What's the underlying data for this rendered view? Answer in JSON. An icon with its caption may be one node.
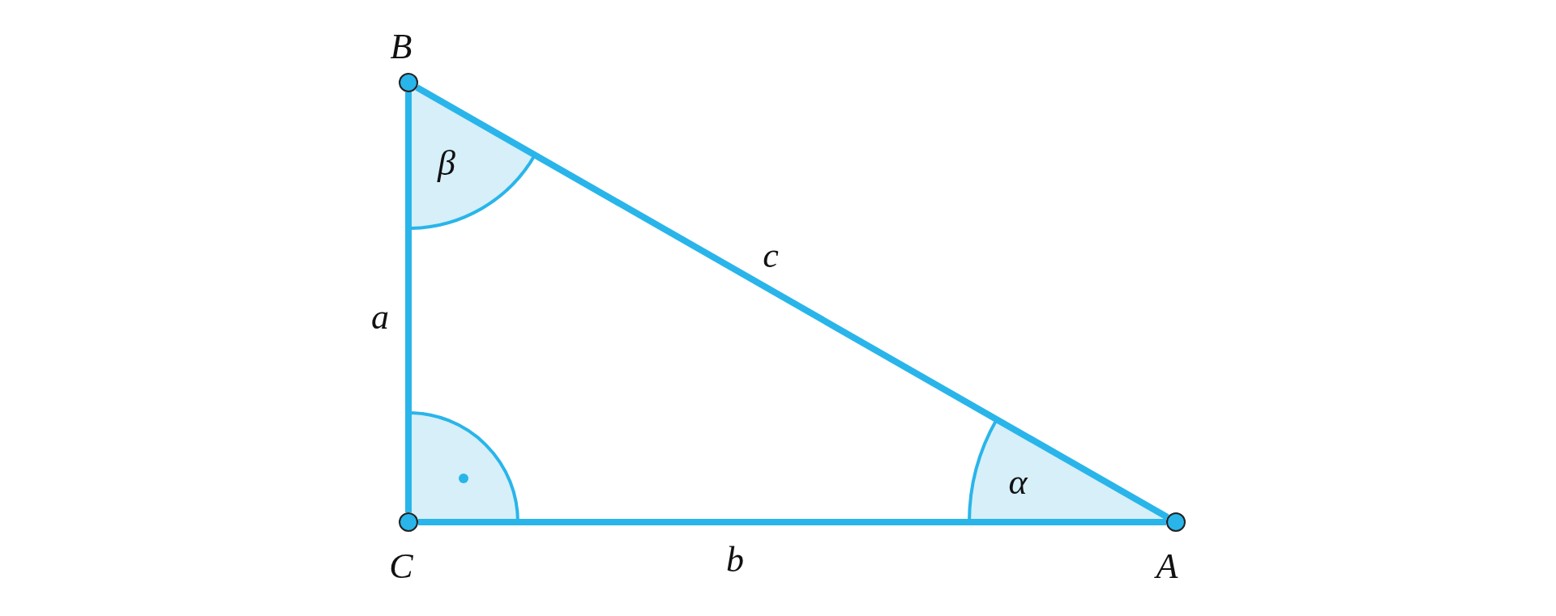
{
  "diagram": {
    "nodes": [
      {
        "text": [],
        "shape": "circle",
        "beside": [
          "B"
        ]
      },
      {
        "text": [],
        "shape": "circle",
        "beside": [
          "C"
        ]
      },
      {
        "text": [],
        "shape": "circle",
        "beside": [
          "A"
        ]
      }
    ],
    "edges": [
      {
        "from": 0,
        "to": 1,
        "label": "a",
        "arrow": "none"
      },
      {
        "from": 1,
        "to": 2,
        "label": "b",
        "arrow": "none"
      },
      {
        "from": 2,
        "to": 0,
        "label": "c",
        "arrow": "none"
      }
    ],
    "labels": [
      "β",
      "α"
    ]
  }
}
